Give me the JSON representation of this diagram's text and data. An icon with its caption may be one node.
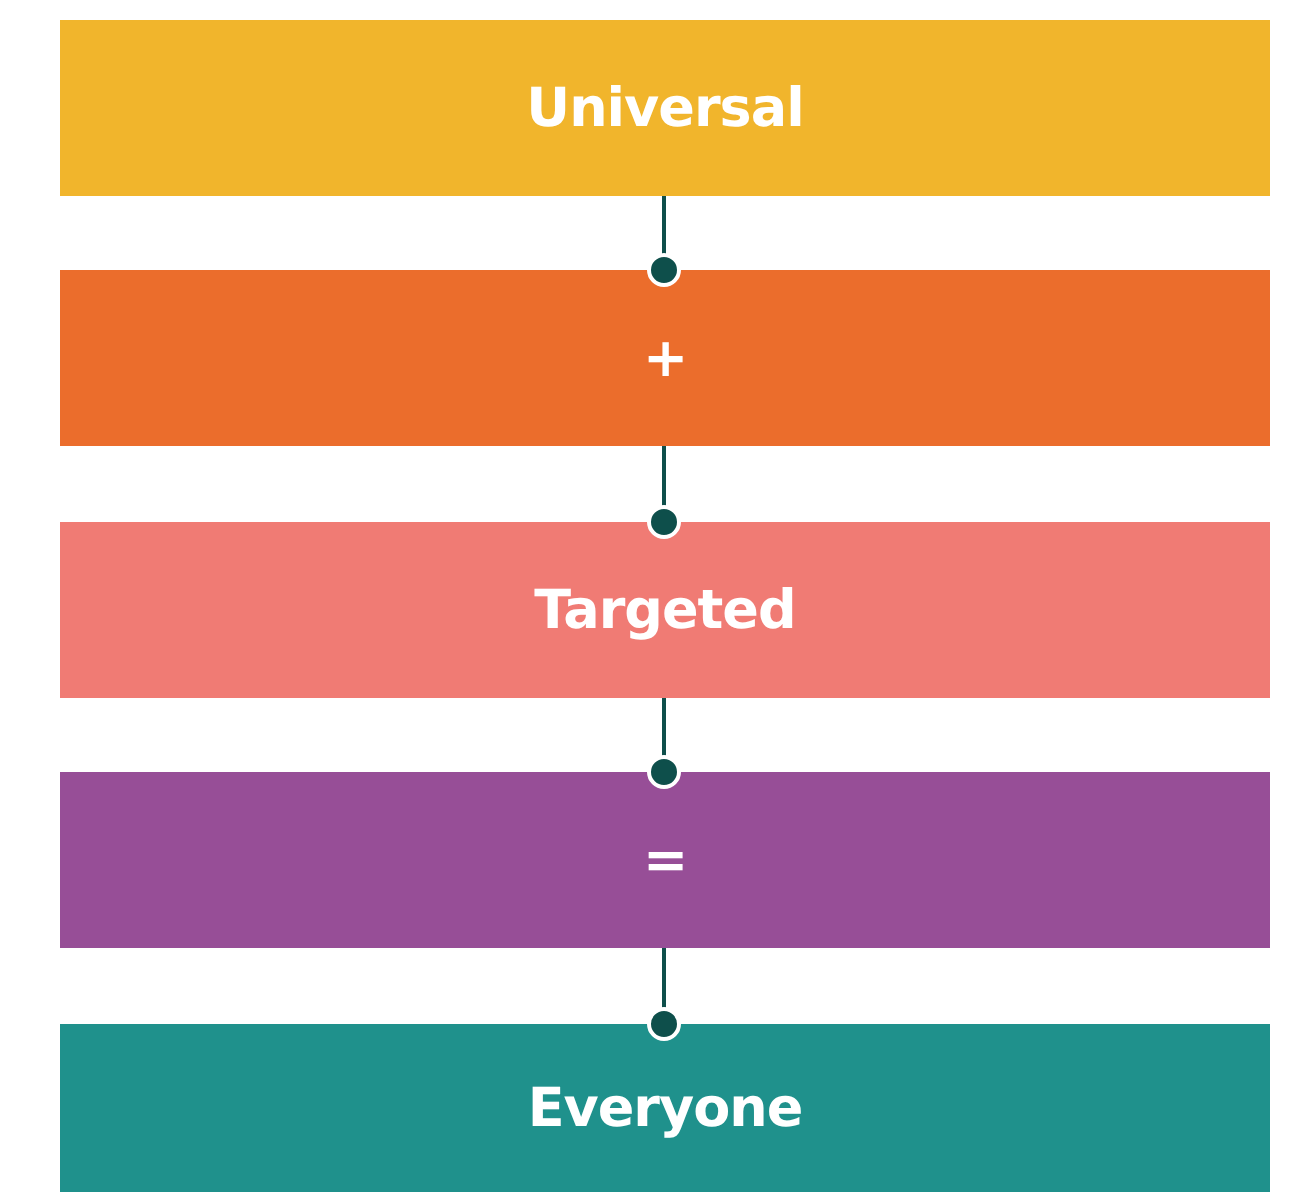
{
  "diagram": {
    "nodes": [
      {
        "text": [
          "Universal"
        ]
      },
      {
        "text": [
          "+"
        ]
      },
      {
        "text": [
          "Targeted"
        ]
      },
      {
        "text": [
          "="
        ]
      },
      {
        "text": [
          "Everyone"
        ]
      }
    ],
    "edges": [
      {
        "from": 0,
        "to": 1,
        "arrow": "other"
      },
      {
        "from": 1,
        "to": 2,
        "arrow": "other"
      },
      {
        "from": 2,
        "to": 3,
        "arrow": "other"
      },
      {
        "from": 3,
        "to": 4,
        "arrow": "other"
      }
    ]
  }
}
